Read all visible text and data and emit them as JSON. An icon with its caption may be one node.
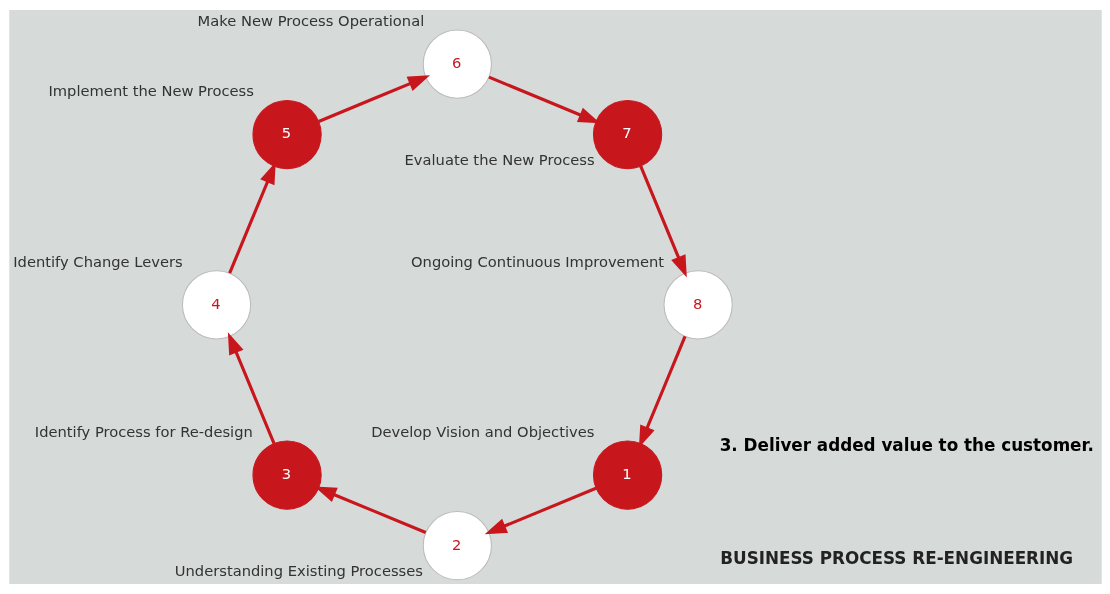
{
  "diagram": {
    "nodes": [
      {
        "text": [
          "1"
        ],
        "beside": [
          "Develop Vision and Objectives"
        ]
      },
      {
        "text": [
          "2"
        ],
        "beside": [
          "Understanding Existing Processes"
        ]
      },
      {
        "text": [
          "3"
        ],
        "beside": [
          "Identify Process for Re-design"
        ]
      },
      {
        "text": [
          "4"
        ],
        "beside": [
          "Identify Change Levers"
        ]
      },
      {
        "text": [
          "5"
        ],
        "beside": [
          "Implement the New Process"
        ]
      },
      {
        "text": [
          "6"
        ],
        "beside": [
          "Make New Process Operational"
        ]
      },
      {
        "text": [
          "7"
        ],
        "beside": [
          "Evaluate the New Process"
        ]
      },
      {
        "text": [
          "8"
        ],
        "beside": [
          "Ongoing Continuous Improvement"
        ]
      },
      {
        "text": [
          "BUSINESS PROCESS RE-ENGINEERING"
        ]
      }
    ],
    "edges": [
      {
        "from": 0,
        "to": 1,
        "arrow": "to"
      },
      {
        "from": 1,
        "to": 2,
        "arrow": "to"
      },
      {
        "from": 2,
        "to": 3,
        "arrow": "to"
      },
      {
        "from": 3,
        "to": 4,
        "arrow": "to"
      },
      {
        "from": 4,
        "to": 5,
        "arrow": "to"
      },
      {
        "from": 5,
        "to": 6,
        "arrow": "to"
      },
      {
        "from": 6,
        "to": 7,
        "arrow": "to"
      },
      {
        "from": 7,
        "to": 0,
        "arrow": "to"
      }
    ],
    "labels": [
      "3. Deliver added value to the customer."
    ]
  }
}
